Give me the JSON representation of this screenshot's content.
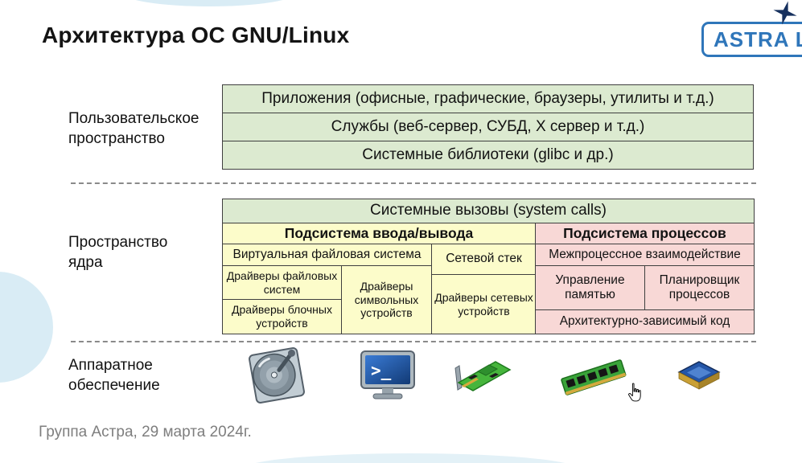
{
  "title": "Архитектура ОС GNU/Linux",
  "logo": {
    "text": "ASTRA LIN",
    "star_icon": "four-point-star"
  },
  "footer": "Группа Астра, 29 марта 2024г.",
  "labels": {
    "user_space": "Пользовательское пространство",
    "kernel_space": "Пространство ядра",
    "hardware": "Аппаратное обеспечение"
  },
  "user_space": {
    "rows": [
      "Приложения (офисные, графические, браузеры, утилиты и т.д.)",
      "Службы (веб-сервер, СУБД, X сервер и т.д.)",
      "Системные библиотеки (glibc и др.)"
    ]
  },
  "kernel": {
    "syscalls": "Системные вызовы (system calls)",
    "io": {
      "header": "Подсистема ввода/вывода",
      "vfs": "Виртуальная файловая система",
      "network_stack": "Сетевой стек",
      "fs_drivers": "Драйверы файловых систем",
      "block_drivers": "Драйверы блочных устройств",
      "char_drivers": "Драйверы символьных устройств",
      "net_drivers": "Драйверы сетевых устройств"
    },
    "process": {
      "header": "Подсистема процессов",
      "ipc": "Межпроцессное взаимодействие",
      "memory": "Управление памятью",
      "scheduler": "Планировщик процессов",
      "arch_code": "Архитектурно-зависимый код"
    }
  },
  "hardware": {
    "icons": [
      "hdd-icon",
      "terminal-icon",
      "network-card-icon",
      "ram-icon",
      "cpu-icon"
    ],
    "terminal_prompt": ">_",
    "cursor": "hand-cursor-icon"
  },
  "colors": {
    "user_space_fill": "#dcead0",
    "io_fill": "#fcfcca",
    "process_fill": "#f8d8d6",
    "logo_blue": "#2f76ba",
    "star_navy": "#16305e",
    "footer_gray": "#7e7e7e",
    "deco_blue": "#d9ecf5"
  }
}
